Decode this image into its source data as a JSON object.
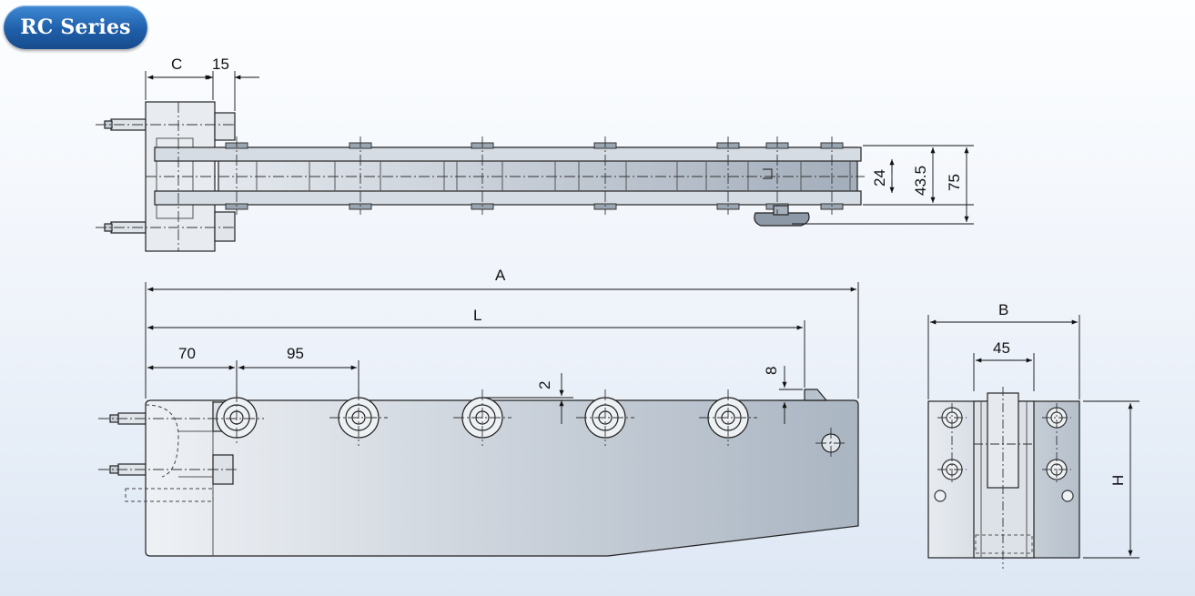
{
  "badge": {
    "label": "RC Series"
  },
  "top_view": {
    "dim_c": "C",
    "dim_15": "15",
    "dim_24": "24",
    "dim_43_5": "43.5",
    "dim_75": "75"
  },
  "side_view": {
    "dim_a": "A",
    "dim_l": "L",
    "dim_70": "70",
    "dim_95": "95",
    "dim_2": "2",
    "dim_8": "8"
  },
  "end_view": {
    "dim_b": "B",
    "dim_45": "45",
    "dim_h": "H"
  }
}
